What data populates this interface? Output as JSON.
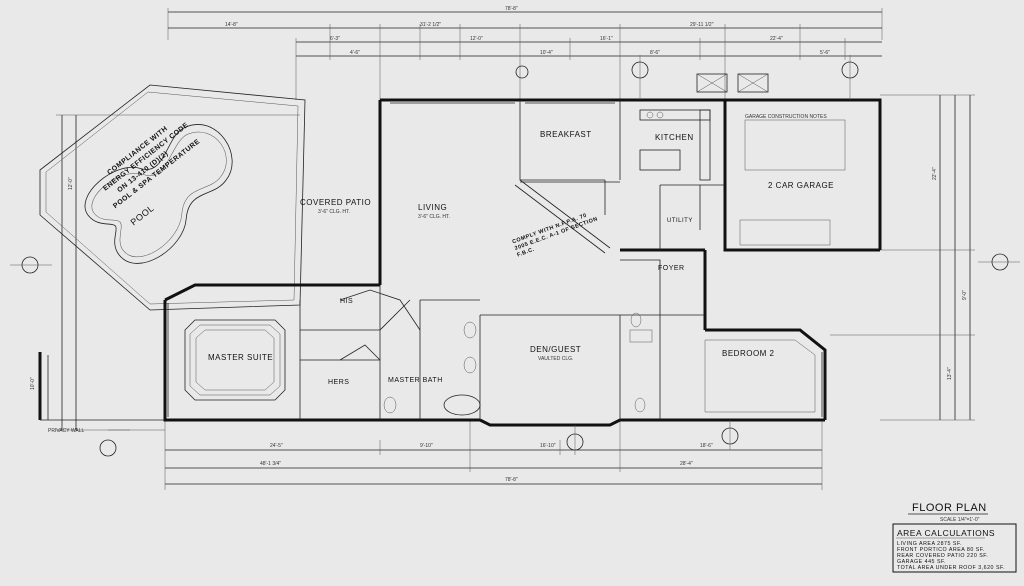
{
  "sheet": {
    "title": "FLOOR PLAN",
    "scale": "SCALE 1/4\"=1'-0\""
  },
  "area_calculations": {
    "heading": "AREA CALCULATIONS",
    "lines": [
      "LIVING AREA 2875 SF.",
      "FRONT PORTICO AREA 80 SF.",
      "REAR COVERED PATIO 220 SF.",
      "GARAGE 445 SF.",
      "TOTAL AREA UNDER ROOF 3,620 SF."
    ]
  },
  "rooms": {
    "pool": "POOL",
    "covered_patio": "COVERED PATIO",
    "living": "LIVING",
    "breakfast": "BREAKFAST",
    "kitchen": "KITCHEN",
    "utility": "UTILITY",
    "garage": "2 CAR GARAGE",
    "foyer": "FOYER",
    "master_suite": "MASTER SUITE",
    "his": "HIS",
    "hers": "HERS",
    "master_bath": "MASTER BATH",
    "den_guest": "DEN/GUEST",
    "bedroom2": "BEDROOM 2"
  },
  "notes": {
    "energy_code": [
      "COMPLIANCE WITH",
      "ENERGY EFFICIENCY CODE",
      "ON 13-410 (D)(2)",
      "POOL & SPA TEMPERATURE"
    ],
    "nfpa": [
      "COMPLY WITH N.F.P.A. 70",
      "2005 E.E.C. A-1 OF SECTION",
      "F.B.C."
    ],
    "garage_notes": "GARAGE CONSTRUCTION NOTES",
    "vaulted": "VAULTED CLG.",
    "privacy_wall": "PRIVACY WALL"
  },
  "dimensions": {
    "overall": "78'-8\"",
    "sub_a": "48'-1 3/4\"",
    "sub_b": "28'-4\"",
    "bottom": "78'-8\""
  }
}
